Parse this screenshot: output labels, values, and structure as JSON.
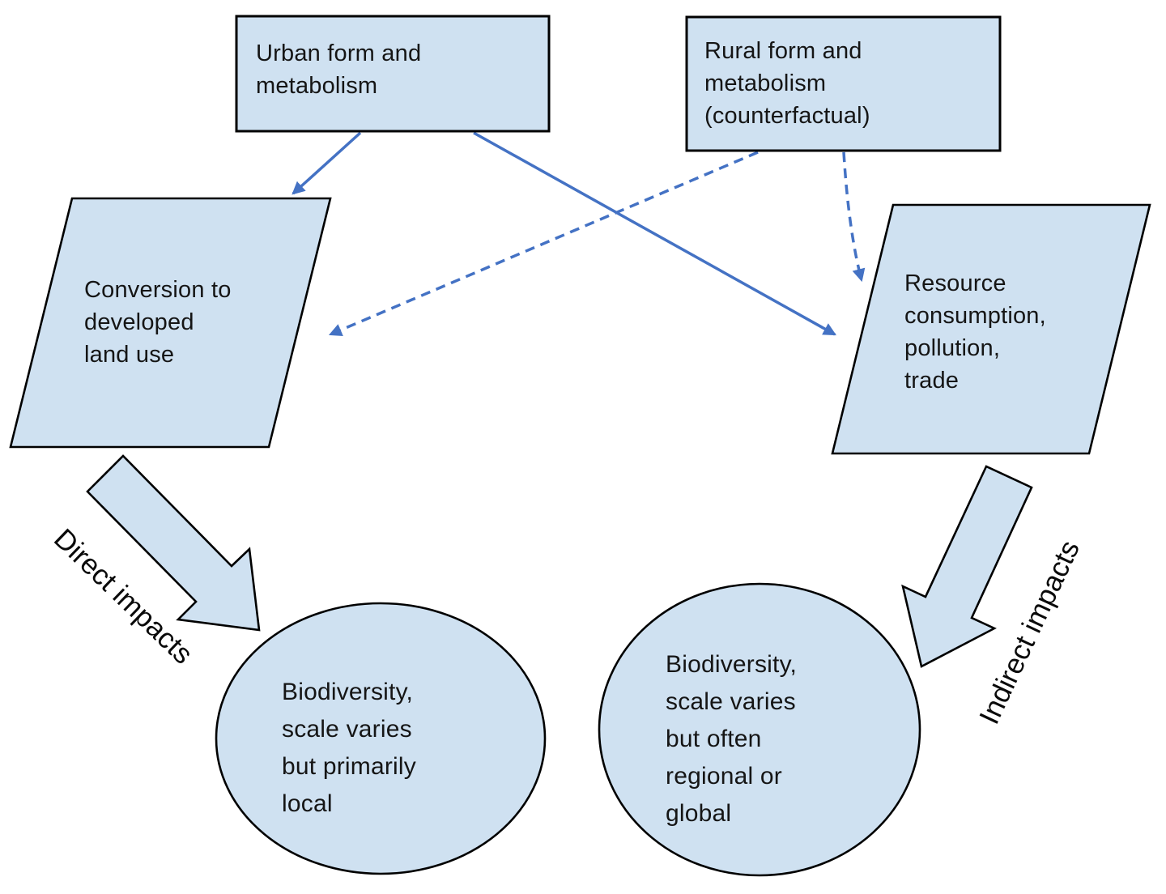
{
  "diagram": {
    "nodes": {
      "urban": {
        "text": "Urban form and\nmetabolism"
      },
      "rural": {
        "text": "Rural form and\nmetabolism\n(counterfactual)"
      },
      "conversion": {
        "text": "Conversion to\ndeveloped\nland use"
      },
      "resource": {
        "text": "Resource\nconsumption,\npollution,\ntrade"
      },
      "biodiversity_local": {
        "text": "Biodiversity,\nscale varies\nbut primarily\nlocal"
      },
      "biodiversity_global": {
        "text": "Biodiversity,\nscale varies\nbut often\nregional or\nglobal"
      }
    },
    "labels": {
      "direct": "Direct impacts",
      "indirect": "Indirect impacts"
    },
    "colors": {
      "shape_fill": "#cfe1f1",
      "shape_outline": "#000000",
      "connector_blue": "#4472c4",
      "background": "#ffffff",
      "text": "#151515"
    }
  }
}
